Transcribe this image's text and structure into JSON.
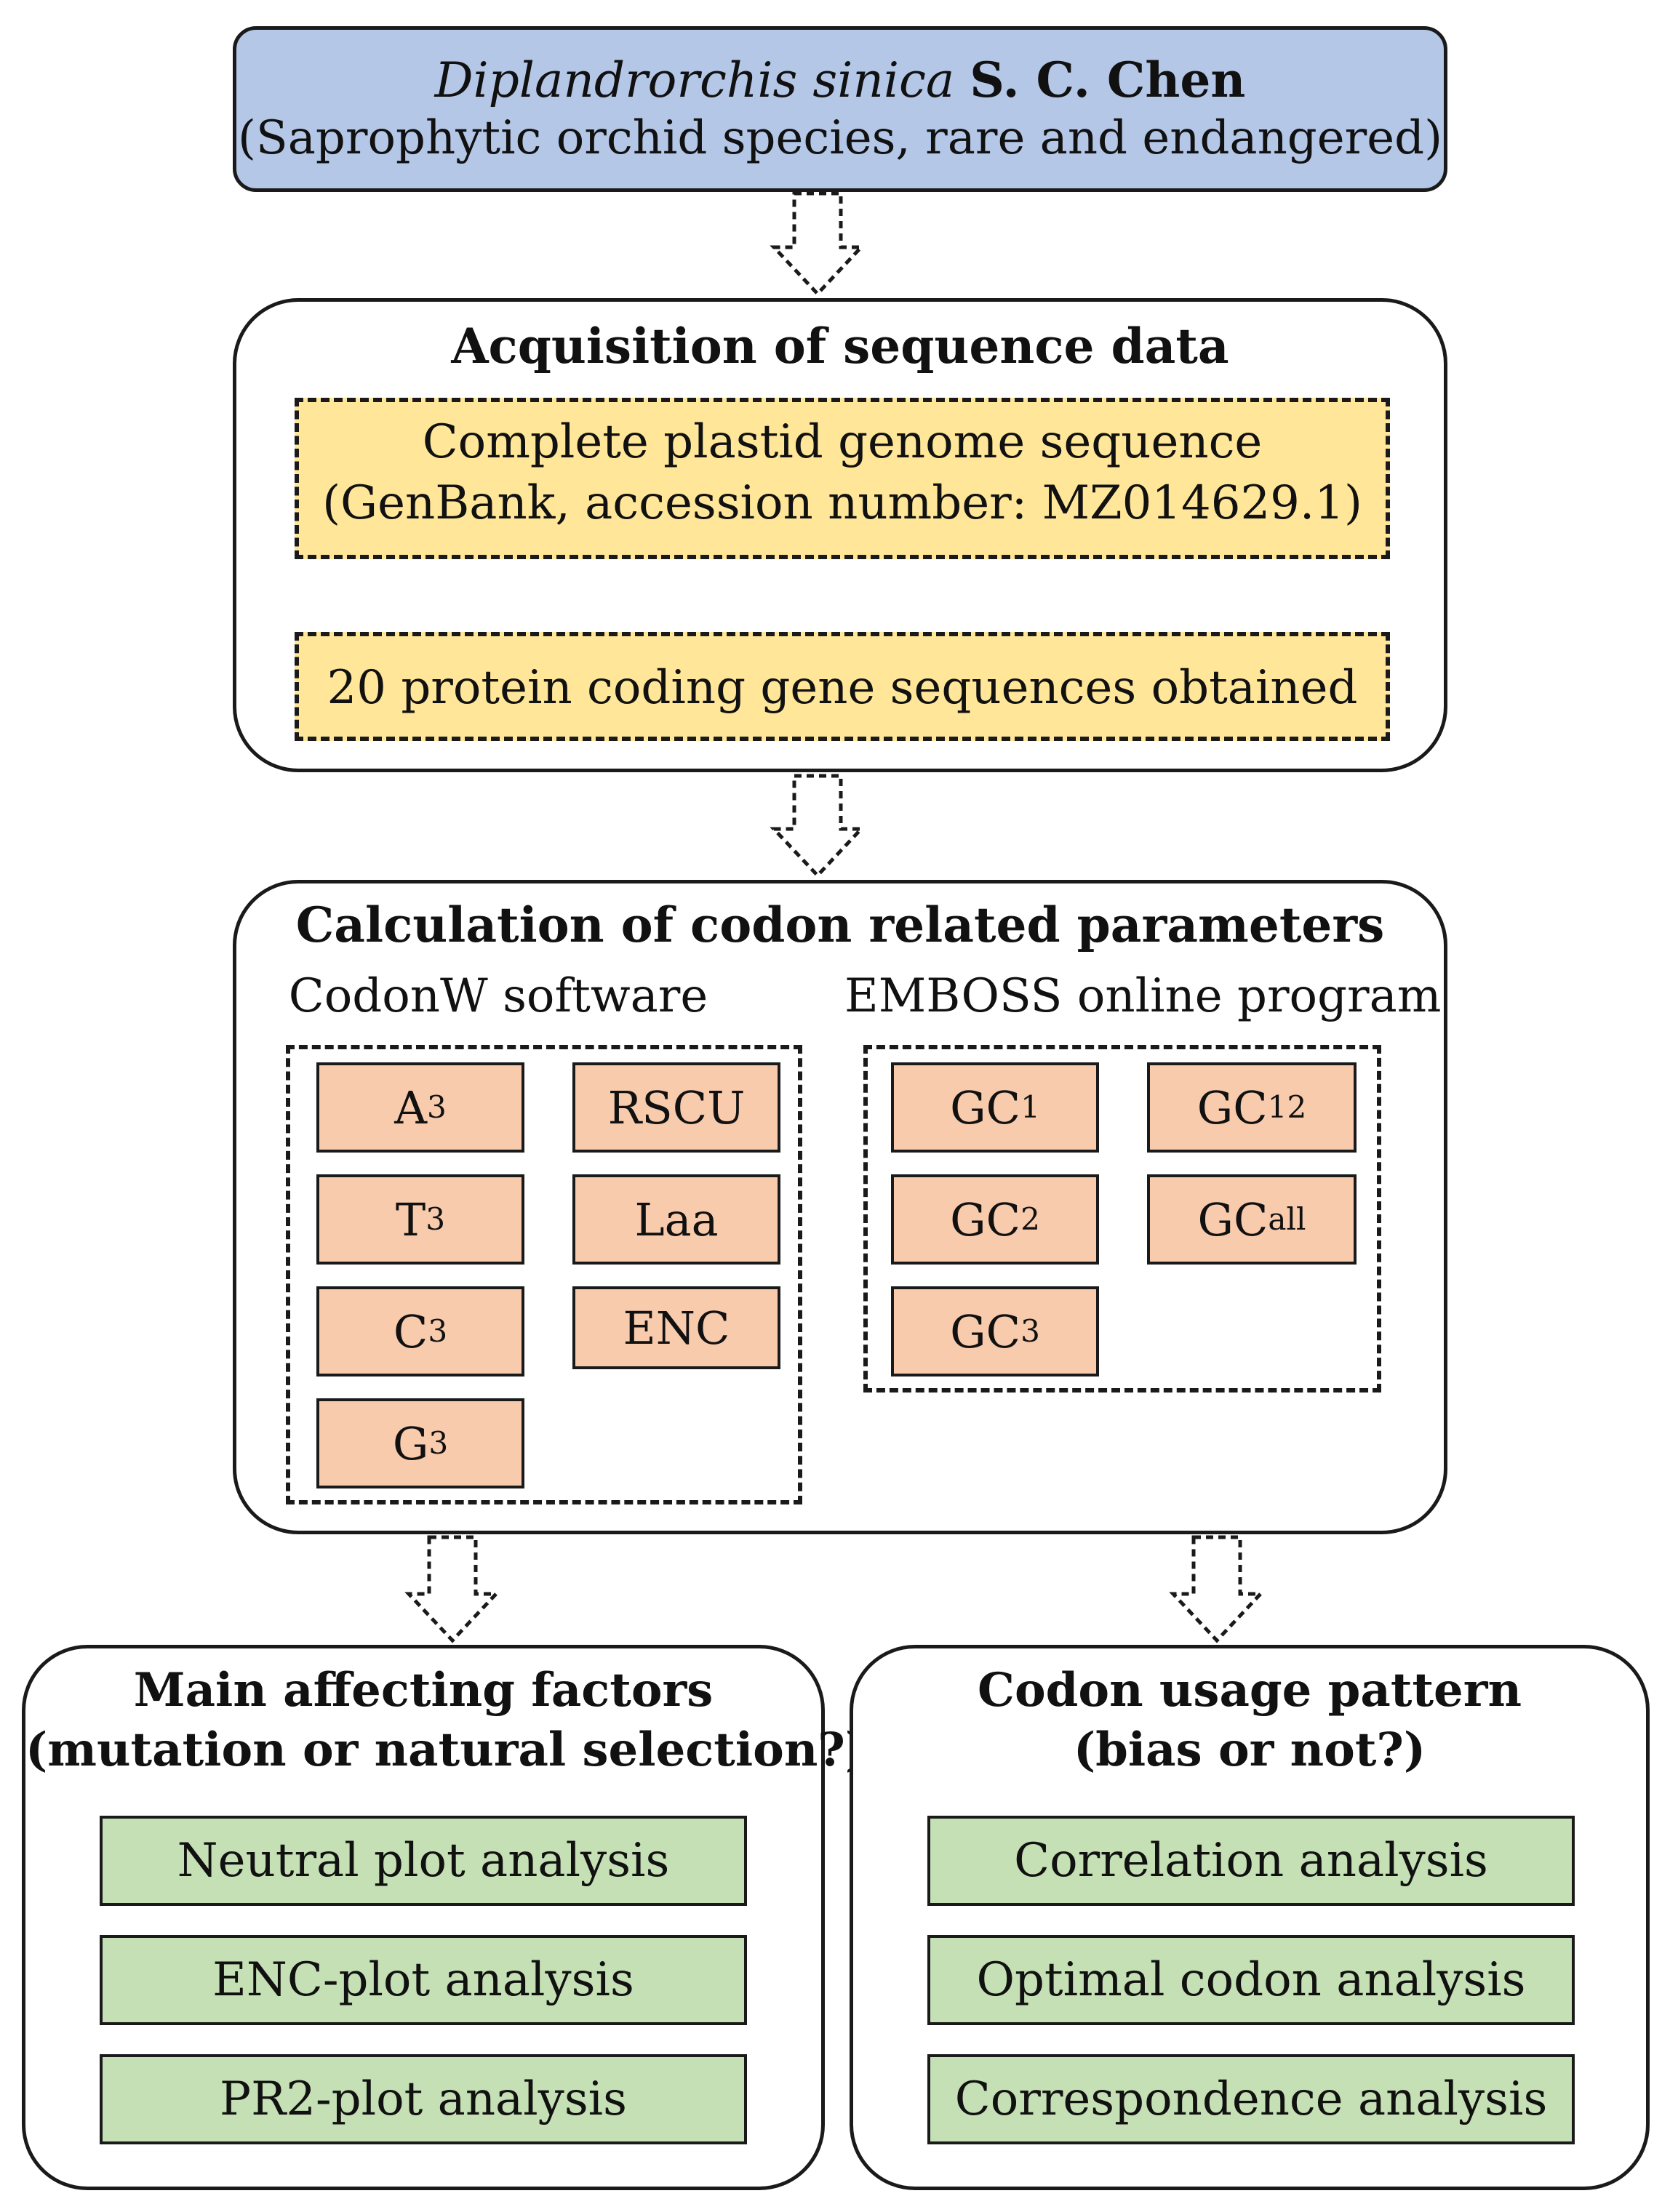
{
  "top_box": {
    "species_italic": "Diplandrorchis sinica",
    "species_author": "S. C. Chen",
    "description": "(Saprophytic orchid species, rare and endangered)"
  },
  "acquisition": {
    "title": "Acquisition of sequence data",
    "genome_line1": "Complete plastid genome sequence",
    "genome_line2": "(GenBank, accession number: MZ014629.1)",
    "genes": "20 protein coding gene sequences obtained"
  },
  "calculation": {
    "title": "Calculation of codon related parameters",
    "codonw_label": "CodonW software",
    "emboss_label": "EMBOSS online program",
    "codonw_params": [
      {
        "base": "A",
        "sub": "3"
      },
      {
        "base": "T",
        "sub": "3"
      },
      {
        "base": "C",
        "sub": "3"
      },
      {
        "base": "G",
        "sub": "3"
      },
      {
        "base": "RSCU",
        "sub": ""
      },
      {
        "base": "Laa",
        "sub": ""
      },
      {
        "base": "ENC",
        "sub": ""
      }
    ],
    "emboss_params": [
      {
        "base": "GC",
        "sub": "1"
      },
      {
        "base": "GC",
        "sub": "2"
      },
      {
        "base": "GC",
        "sub": "3"
      },
      {
        "base": "GC",
        "sub": "12"
      },
      {
        "base": "GC",
        "sub": "all"
      }
    ]
  },
  "factors": {
    "title_line1": "Main affecting factors",
    "title_line2": "(mutation or natural selection?)",
    "items": [
      "Neutral plot analysis",
      "ENC-plot analysis",
      "PR2-plot analysis"
    ]
  },
  "pattern": {
    "title_line1": "Codon usage pattern",
    "title_line2": "(bias or not?)",
    "items": [
      "Correlation analysis",
      "Optimal codon analysis",
      "Correspondence analysis"
    ]
  }
}
